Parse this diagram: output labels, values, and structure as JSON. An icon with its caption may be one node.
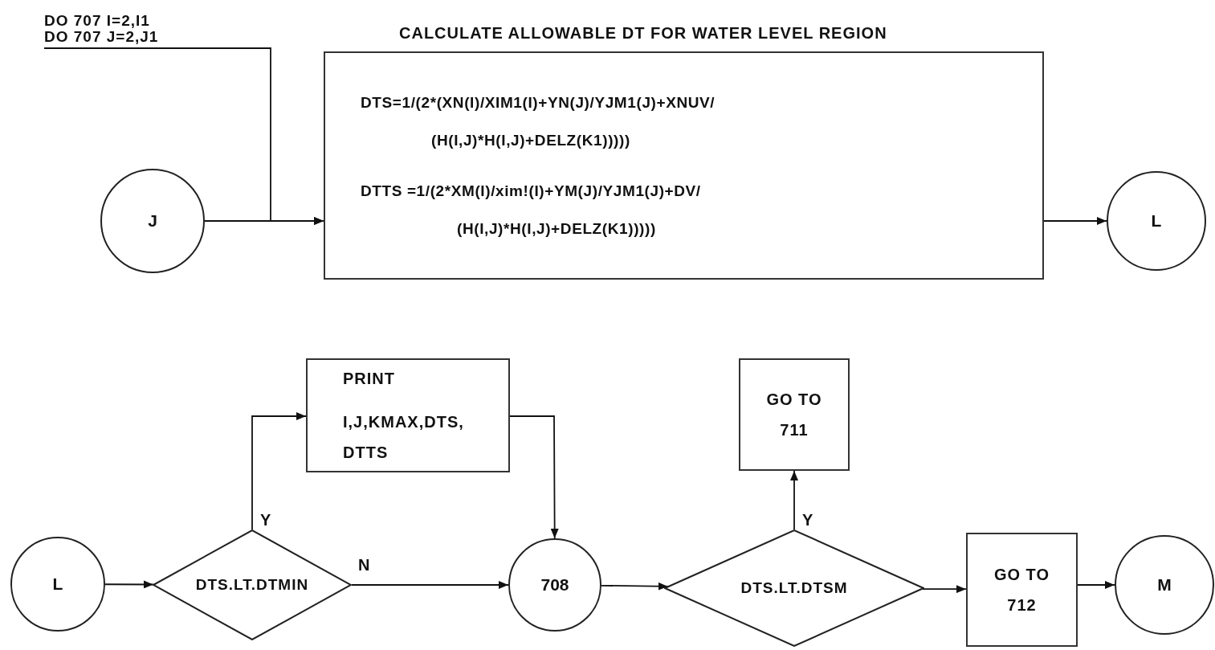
{
  "diagram": {
    "nodes": [
      {
        "text": [
          "DO 707 I=2,I1 DO 707 J=2,J1"
        ]
      },
      {
        "text": [
          "CALCULATE ALLOWABLE DT FOR WATER LEVEL REGION",
          "DTS=1/(2*(XN(I)/XIM1(I)+YN(J)/YJM1(J)+XNUV/ (H(I,J)*H(I,J)+DELZ(K1)))))",
          "DTTS =1/(2*XM(I)/xim!(I)+YM(J)/YJM1(J)+DV/ (H(I,J)*H(I,J)+DELZ(K1)))))"
        ]
      },
      {
        "text": [
          "J"
        ]
      },
      {
        "text": [
          "L"
        ]
      },
      {
        "text": [
          "L"
        ]
      },
      {
        "text": [
          "DTS.LT.DTMIN"
        ]
      },
      {
        "text": [
          "PRINT",
          "I,J,KMAX,DTS, DTTS"
        ]
      },
      {
        "text": [
          "708"
        ]
      },
      {
        "text": [
          "GO TO 711"
        ]
      },
      {
        "text": [
          "DTS.LT.DTSM"
        ]
      },
      {
        "text": [
          "GO TO 712"
        ]
      },
      {
        "text": [
          "M"
        ]
      }
    ],
    "edges": [
      {
        "from": 0,
        "to": 1,
        "arrow": "to"
      },
      {
        "from": 2,
        "to": 1,
        "arrow": "to"
      },
      {
        "from": 1,
        "to": 3,
        "arrow": "to"
      },
      {
        "from": 4,
        "to": 5,
        "arrow": "to"
      },
      {
        "from": 5,
        "to": 6,
        "arrow": "to",
        "label": "Y"
      },
      {
        "from": 5,
        "to": 7,
        "arrow": "to",
        "label": "N"
      },
      {
        "from": 6,
        "to": 7,
        "arrow": "to"
      },
      {
        "from": 7,
        "to": 9,
        "arrow": "to"
      },
      {
        "from": 9,
        "to": 8,
        "arrow": "to",
        "label": "Y"
      },
      {
        "from": 9,
        "to": 10,
        "arrow": "to"
      },
      {
        "from": 10,
        "to": 11,
        "arrow": "to"
      }
    ]
  }
}
